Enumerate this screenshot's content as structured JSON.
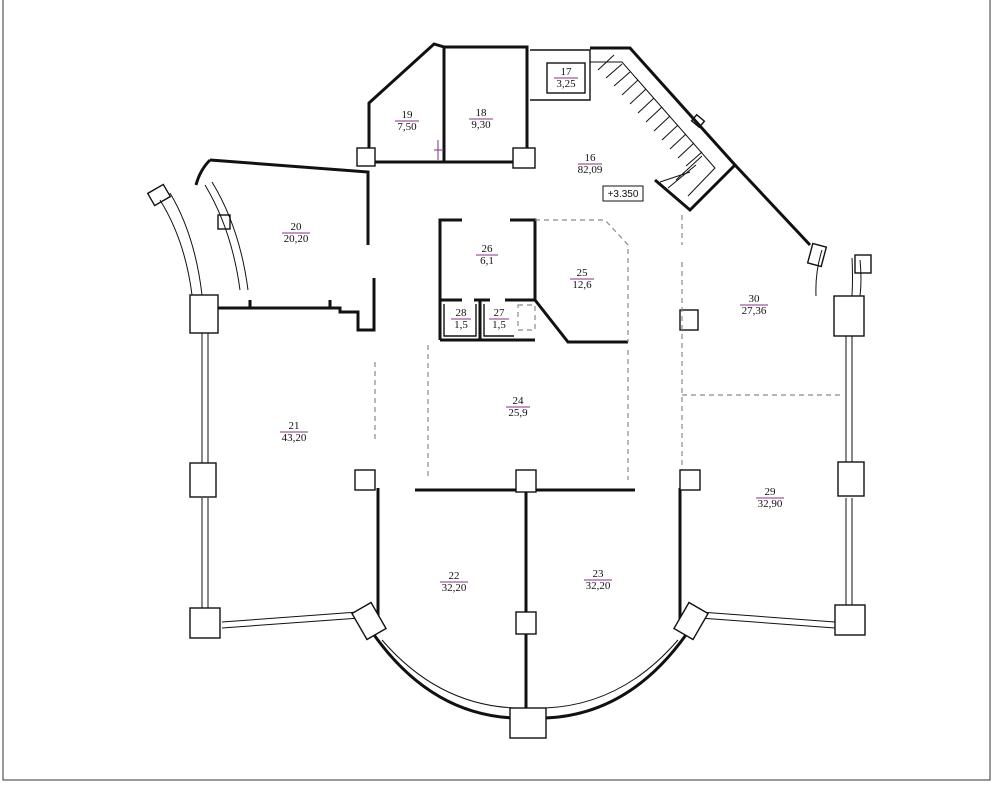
{
  "level_mark": "+3.350",
  "rooms": [
    {
      "id": "r16",
      "number": "16",
      "area": "82,09"
    },
    {
      "id": "r17",
      "number": "17",
      "area": "3,25"
    },
    {
      "id": "r18",
      "number": "18",
      "area": "9,30"
    },
    {
      "id": "r19",
      "number": "19",
      "area": "7,50"
    },
    {
      "id": "r20",
      "number": "20",
      "area": "20,20"
    },
    {
      "id": "r21",
      "number": "21",
      "area": "43,20"
    },
    {
      "id": "r22",
      "number": "22",
      "area": "32,20"
    },
    {
      "id": "r23",
      "number": "23",
      "area": "32,20"
    },
    {
      "id": "r24",
      "number": "24",
      "area": "25,9"
    },
    {
      "id": "r25",
      "number": "25",
      "area": "12,6"
    },
    {
      "id": "r26",
      "number": "26",
      "area": "6,1"
    },
    {
      "id": "r27",
      "number": "27",
      "area": "1,5"
    },
    {
      "id": "r28",
      "number": "28",
      "area": "1,5"
    },
    {
      "id": "r29",
      "number": "29",
      "area": "32,90"
    },
    {
      "id": "r30",
      "number": "30",
      "area": "27,36"
    }
  ],
  "colors": {
    "wall": "#111111",
    "label_underline": "#8a2d8a",
    "partition_dashed": "#8a8a8a"
  }
}
